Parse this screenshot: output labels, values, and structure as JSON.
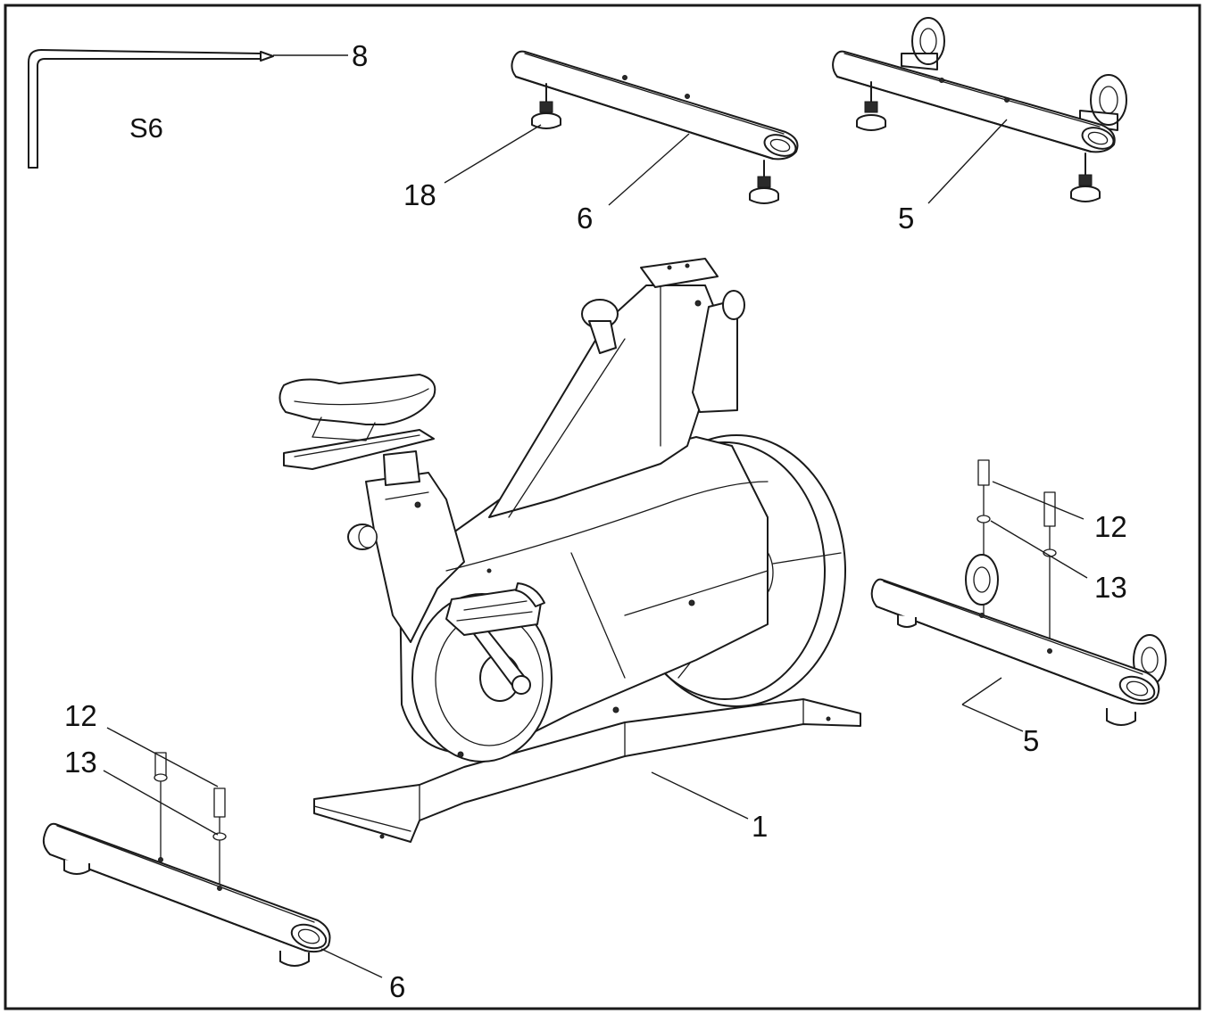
{
  "tool": {
    "label": "S6"
  },
  "callouts": {
    "allen_key": "8",
    "foot_pad": "18",
    "rear_stabilizer_top": "6",
    "front_stabilizer_top": "5",
    "bolt_right": "12",
    "washer_right": "13",
    "front_stabilizer_right": "5",
    "main_frame": "1",
    "bolt_left": "12",
    "washer_left": "13",
    "rear_stabilizer_bottom": "6"
  }
}
